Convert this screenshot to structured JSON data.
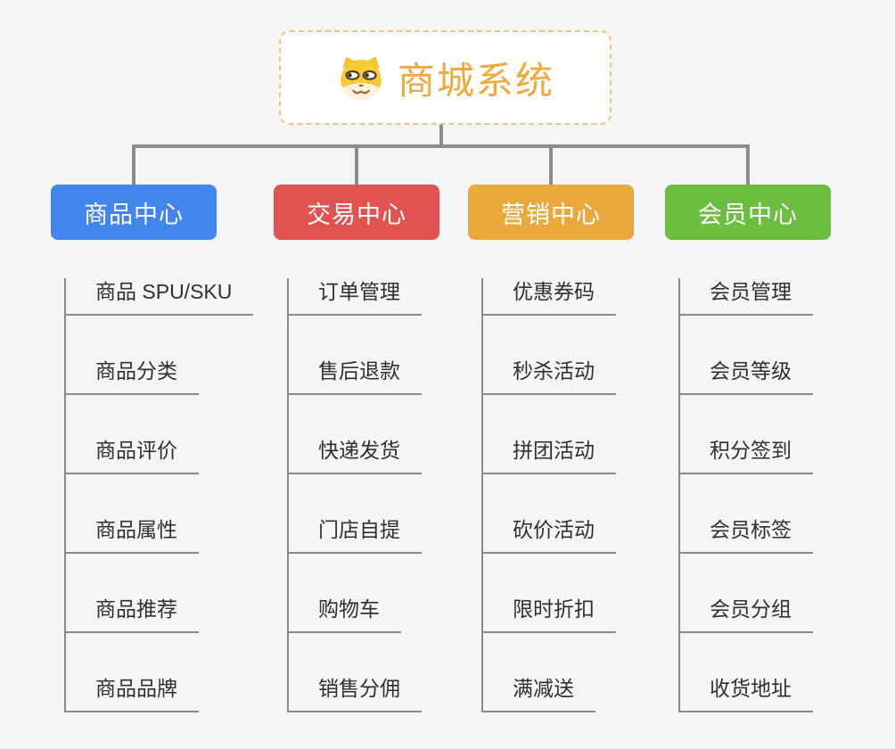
{
  "root": {
    "label": "商城系统",
    "icon": "dog-face-icon",
    "text_color": "#F1A93C",
    "border_color": "#F3C382"
  },
  "branches": [
    {
      "label": "商品中心",
      "color": "#4285EC",
      "items": [
        "商品 SPU/SKU",
        "商品分类",
        "商品评价",
        "商品属性",
        "商品推荐",
        "商品品牌"
      ]
    },
    {
      "label": "交易中心",
      "color": "#E15351",
      "items": [
        "订单管理",
        "售后退款",
        "快递发货",
        "门店自提",
        "购物车",
        "销售分佣"
      ]
    },
    {
      "label": "营销中心",
      "color": "#EAA93C",
      "items": [
        "优惠券码",
        "秒杀活动",
        "拼团活动",
        "砍价活动",
        "限时折扣",
        "满减送"
      ]
    },
    {
      "label": "会员中心",
      "color": "#6CBE40",
      "items": [
        "会员管理",
        "会员等级",
        "积分签到",
        "会员标签",
        "会员分组",
        "收货地址"
      ]
    }
  ],
  "connector_color": "#8C8C8C",
  "underline_color": "#8A8A8A",
  "background_color": "#F5F5F6"
}
